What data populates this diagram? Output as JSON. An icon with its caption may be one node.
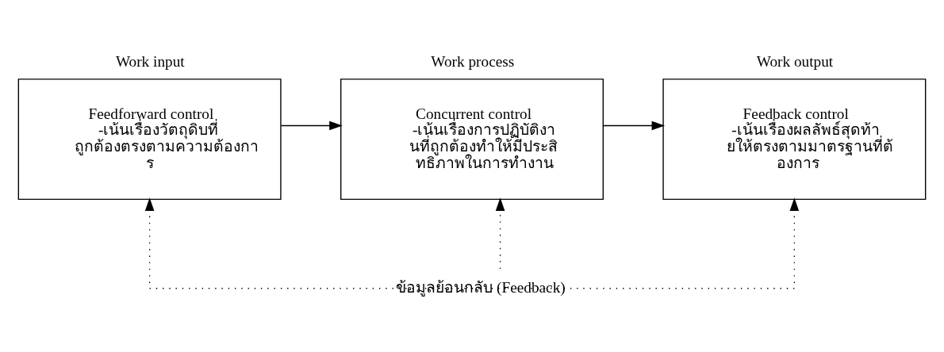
{
  "diagram": {
    "nodes": [
      {
        "text": [
          "Work input",
          "Feedforward control",
          "-เน้นเรื่องวัตถุดิบที่ถูกต้องตรงตามความต้องการ"
        ]
      },
      {
        "text": [
          "Work process",
          "Concurrent control",
          "-เน้นเรื่องการปฏิบัติงานที่ถูกต้องทำให้มีประสิทธิภาพในการทำงาน"
        ]
      },
      {
        "text": [
          "Work output",
          "Feedback control",
          "-เน้นเรื่องผลลัพธ์สุดท้ายให้ตรงตามมาตรฐานที่ต้องการ"
        ]
      },
      {
        "text": [
          "ข้อมูลย้อนกลับ (Feedback)"
        ]
      }
    ],
    "edges": [
      {
        "from": 0,
        "to": 1,
        "arrow": "to"
      },
      {
        "from": 1,
        "to": 2,
        "arrow": "to"
      },
      {
        "from": 3,
        "to": 0,
        "arrow": "to",
        "style": "dashed"
      },
      {
        "from": 3,
        "to": 1,
        "arrow": "to",
        "style": "dashed"
      },
      {
        "from": 3,
        "to": 2,
        "arrow": "to",
        "style": "dashed"
      }
    ]
  }
}
